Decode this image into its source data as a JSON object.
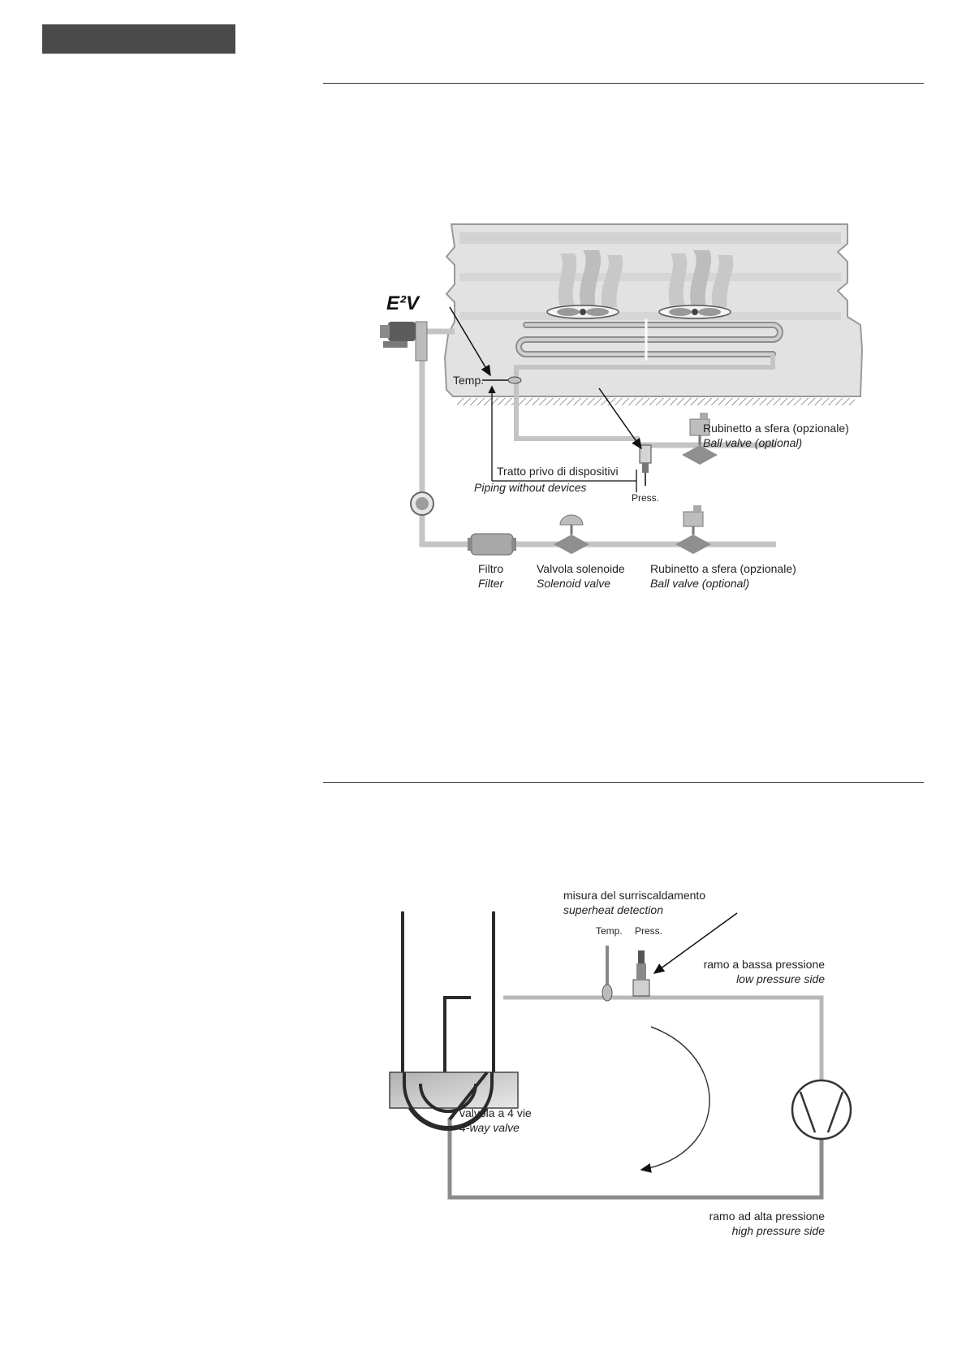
{
  "figure1": {
    "device_label": "E²V",
    "temp_label": "Temp.",
    "press_label": "Press.",
    "piping_it": "Tratto privo di dispositivi",
    "piping_en": "Piping without devices",
    "ballvalve_top_it": "Rubinetto a sfera (opzionale)",
    "ballvalve_top_en": "Ball valve (optional)",
    "filter_it": "Filtro",
    "filter_en": "Filter",
    "solenoid_it": "Valvola solenoide",
    "solenoid_en": "Solenoid valve",
    "ballvalve_bottom_it": "Rubinetto a sfera (opzionale)",
    "ballvalve_bottom_en": "Ball valve (optional)"
  },
  "figure2": {
    "superheat_it": "misura del surriscaldamento",
    "superheat_en": "superheat detection",
    "temp_label": "Temp.",
    "press_label": "Press.",
    "low_side_it": "ramo a bassa pressione",
    "low_side_en": "low pressure side",
    "valve_it": "valvola a 4 vie",
    "valve_en": "4-way valve",
    "high_side_it": "ramo ad alta pressione",
    "high_side_en": "high pressure side"
  },
  "colors": {
    "header_bar": "#4a4a4a",
    "pipe": "#c4c4c4",
    "cabinet": "#dcdcdc",
    "dark_pipe": "#2a2a2a"
  }
}
